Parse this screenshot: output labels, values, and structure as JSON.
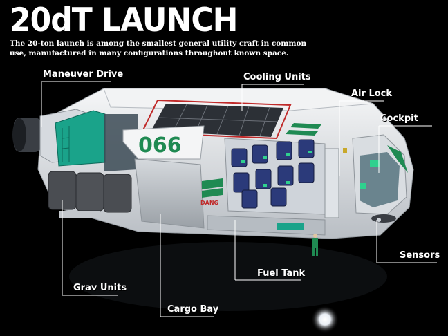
{
  "header": {
    "title": "20dT LAUNCH",
    "subtitle": "The 20-ton launch is among the smallest general utility craft in common use, manufactured in many configurations throughout known space."
  },
  "callouts": {
    "maneuver_drive": "Maneuver Drive",
    "cooling_units": "Cooling Units",
    "air_lock": "Air Lock",
    "cockpit": "Cockpit",
    "sensors": "Sensors",
    "fuel_tank": "Fuel Tank",
    "grav_units": "Grav Units",
    "cargo_bay": "Cargo Bay"
  },
  "hull_markings": {
    "number": "066",
    "warning": "DANG"
  },
  "colors": {
    "background": "#000000",
    "hull": "#e9ecef",
    "accent_green": "#1f8a52",
    "teal_panel": "#1aa38a",
    "seat_blue": "#2b3a7a",
    "grav_unit": "#4a4d52"
  }
}
